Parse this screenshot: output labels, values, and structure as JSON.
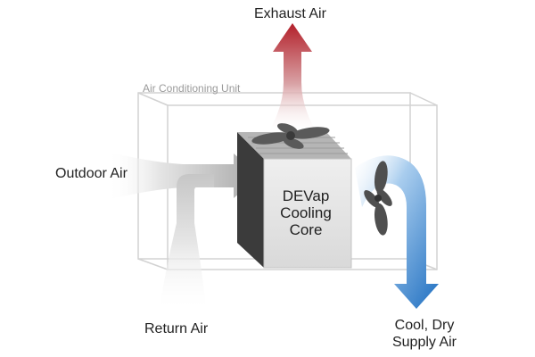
{
  "unit_label": "Air Conditioning Unit",
  "core_label": {
    "line1": "DEVap",
    "line2": "Cooling",
    "line3": "Core"
  },
  "flows": {
    "exhaust": "Exhaust Air",
    "outdoor": "Outdoor Air",
    "return": "Return Air",
    "supply": {
      "line1": "Cool, Dry",
      "line2": "Supply Air"
    }
  },
  "colors": {
    "exhaust": "#b3202a",
    "supply": "#1f6fc1",
    "outdoor_return": "#b9b9b9",
    "core_front": "#e2e2e2",
    "core_side": "#3b3b3b",
    "fan": "#5a5a5a",
    "unit_outline": "#d0d0d0"
  },
  "icons": {
    "top_fan": "fan-icon",
    "side_fan": "fan-icon"
  }
}
